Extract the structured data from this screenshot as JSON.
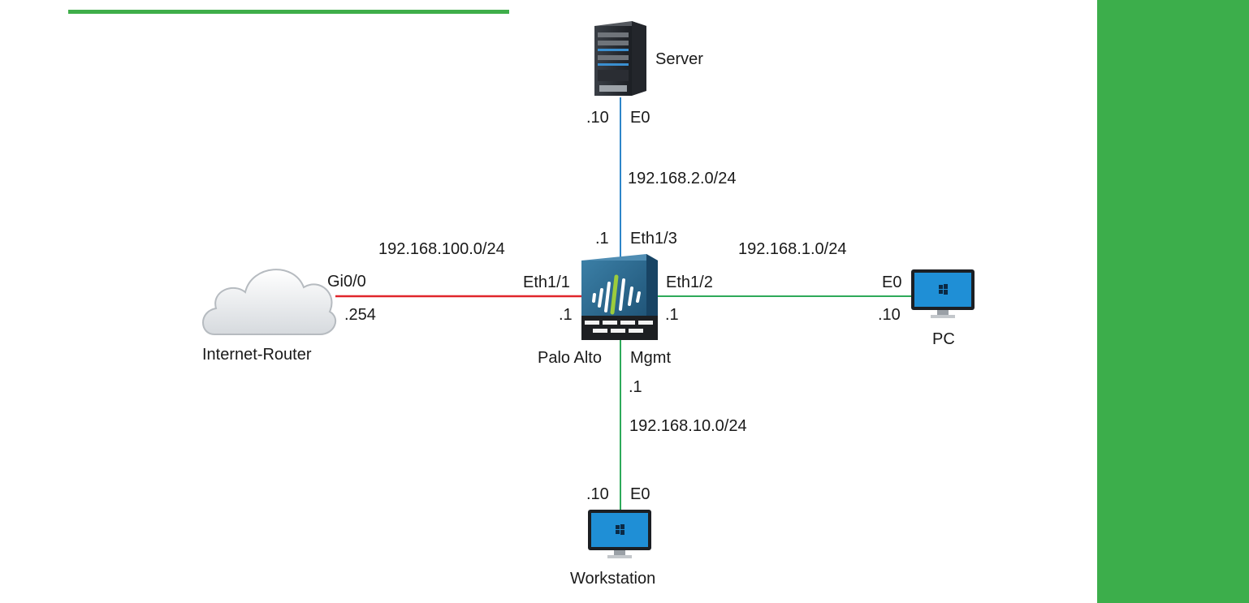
{
  "colors": {
    "accent_green": "#3cae4b",
    "link_server": "#2e86c9",
    "link_internet": "#e0262b",
    "link_pc": "#2eaa5a",
    "link_workstation": "#2eaa5a"
  },
  "nodes": {
    "server": {
      "name": "Server",
      "icon": "server-icon"
    },
    "firewall": {
      "name": "Palo Alto",
      "icon": "firewall-icon"
    },
    "router": {
      "name": "Internet-Router",
      "icon": "cloud-icon"
    },
    "pc": {
      "name": "PC",
      "icon": "monitor-icon"
    },
    "workstation": {
      "name": "Workstation",
      "icon": "monitor-icon"
    }
  },
  "links": {
    "server": {
      "network": "192.168.2.0/24",
      "fw_port": "Eth1/3",
      "fw_ip": ".1",
      "dev_port": "E0",
      "dev_ip": ".10"
    },
    "internet": {
      "network": "192.168.100.0/24",
      "fw_port": "Eth1/1",
      "fw_ip": ".1",
      "dev_port": "Gi0/0",
      "dev_ip": ".254"
    },
    "pc": {
      "network": "192.168.1.0/24",
      "fw_port": "Eth1/2",
      "fw_ip": ".1",
      "dev_port": "E0",
      "dev_ip": ".10"
    },
    "workstation": {
      "network": "192.168.10.0/24",
      "fw_port": "Mgmt",
      "fw_ip": ".1",
      "dev_port": "E0",
      "dev_ip": ".10"
    }
  }
}
